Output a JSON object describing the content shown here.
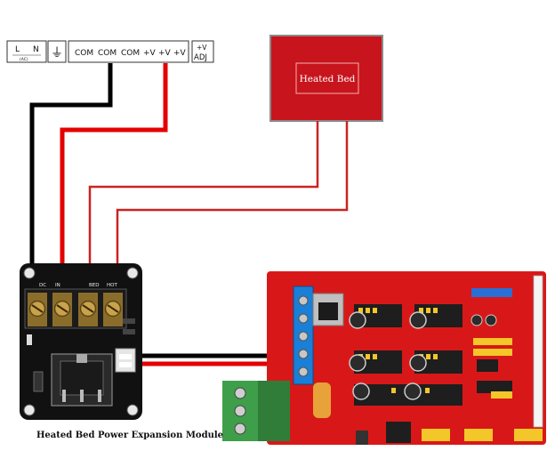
{
  "psu_terminals": {
    "l": "L",
    "n": "N",
    "ac": "(AC)",
    "ground": "⏚",
    "com": [
      "COM",
      "COM",
      "COM"
    ],
    "pos_v": [
      "+V",
      "+V",
      "+V"
    ],
    "adj_top": "+V",
    "adj_bottom": "ADJ"
  },
  "heated_bed": {
    "label": "Heated Bed"
  },
  "module": {
    "caption": "Heated Bed Power Expansion Module",
    "screw_labels": [
      "DC",
      "IN",
      "BED",
      "HOT"
    ]
  },
  "colors": {
    "wire_black": "#000000",
    "wire_red": "#e30000",
    "wire_red_thin": "#cc2222",
    "heated_bed_fill": "#c8141c",
    "module_pcb": "#111111",
    "ramps_pcb": "#d81818",
    "green_terminal": "#3f9e49"
  },
  "icons": [
    "ground-icon",
    "screw-terminal-icon",
    "mosfet-icon",
    "capacitor-icon",
    "stepper-driver-icon"
  ]
}
